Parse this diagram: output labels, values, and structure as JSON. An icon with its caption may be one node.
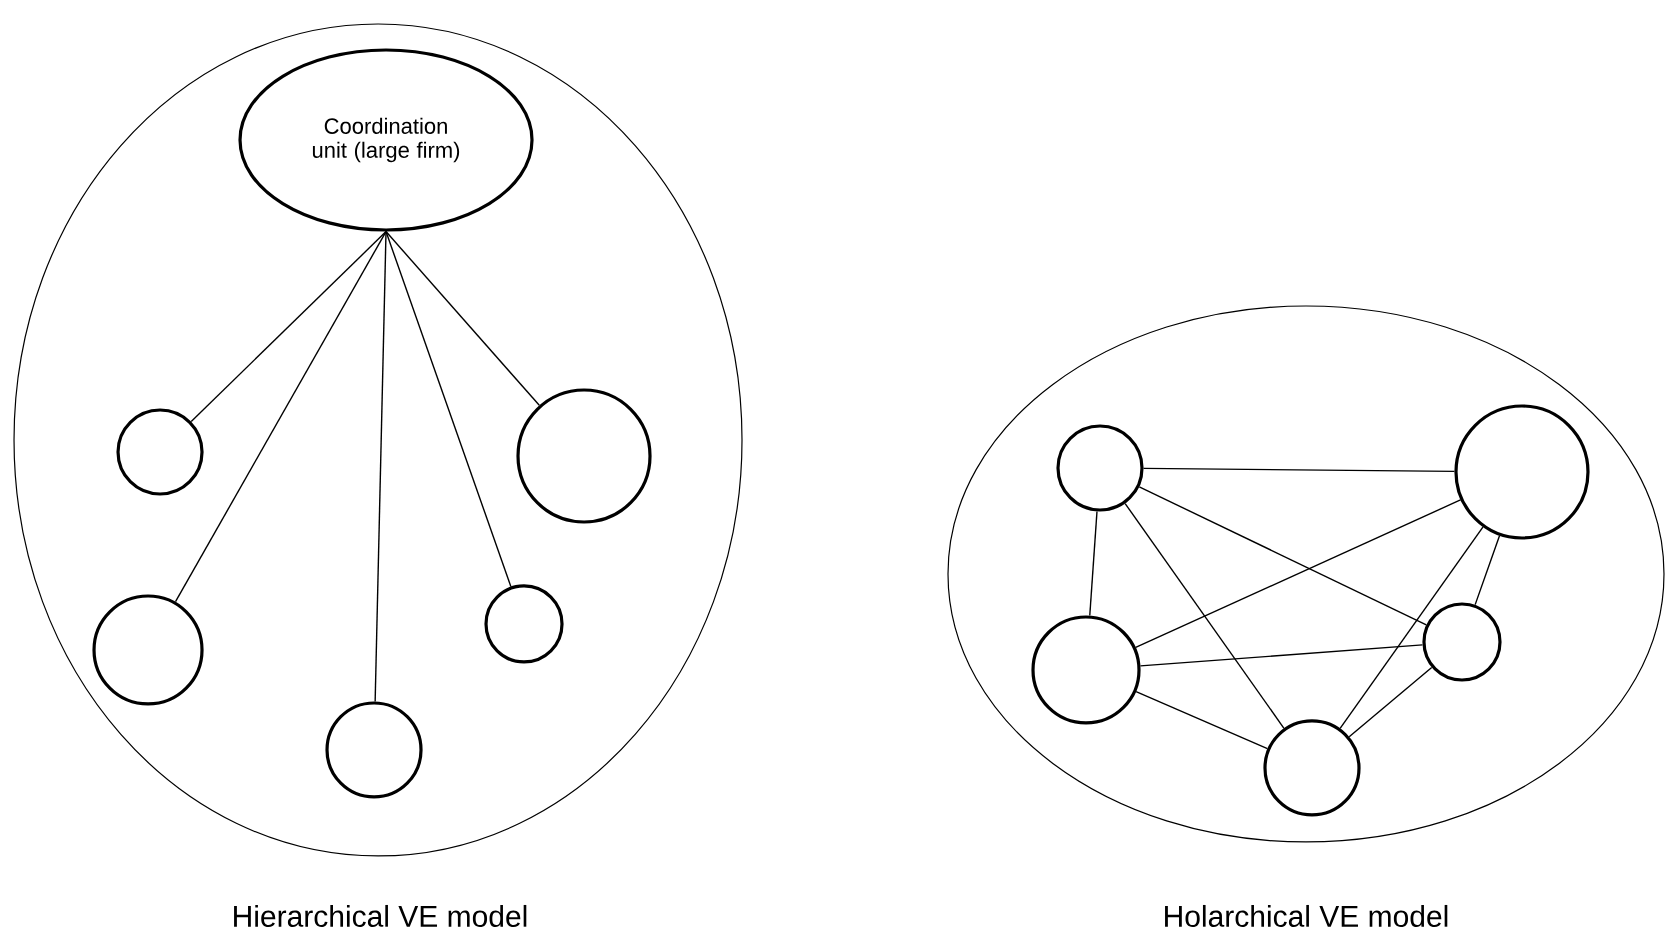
{
  "diagram": {
    "nodes": [
      {
        "text": [],
        "shape": "ellipse"
      },
      {
        "text": [
          "Coordination unit (large firm)"
        ],
        "in": 0
      },
      {
        "text": [],
        "shape": "circle",
        "in": 0
      },
      {
        "text": [],
        "shape": "circle",
        "in": 0
      },
      {
        "text": [],
        "shape": "circle",
        "in": 0
      },
      {
        "text": [],
        "shape": "circle",
        "in": 0
      },
      {
        "text": [],
        "shape": "circle",
        "in": 0
      },
      {
        "text": [],
        "shape": "ellipse"
      },
      {
        "text": [],
        "shape": "circle",
        "in": 7
      },
      {
        "text": [],
        "shape": "circle",
        "in": 7
      },
      {
        "text": [],
        "shape": "circle",
        "in": 7
      },
      {
        "text": [],
        "shape": "circle",
        "in": 7
      },
      {
        "text": [],
        "shape": "circle",
        "in": 7
      }
    ],
    "edges": [
      {
        "from": 1,
        "to": 2,
        "arrow": "none"
      },
      {
        "from": 1,
        "to": 3,
        "arrow": "none"
      },
      {
        "from": 1,
        "to": 4,
        "arrow": "none"
      },
      {
        "from": 1,
        "to": 5,
        "arrow": "none"
      },
      {
        "from": 1,
        "to": 6,
        "arrow": "none"
      },
      {
        "from": 8,
        "to": 9,
        "arrow": "none"
      },
      {
        "from": 8,
        "to": 10,
        "arrow": "none"
      },
      {
        "from": 8,
        "to": 11,
        "arrow": "none"
      },
      {
        "from": 8,
        "to": 12,
        "arrow": "none"
      },
      {
        "from": 9,
        "to": 10,
        "arrow": "none"
      },
      {
        "from": 9,
        "to": 11,
        "arrow": "none"
      },
      {
        "from": 9,
        "to": 12,
        "arrow": "none"
      },
      {
        "from": 10,
        "to": 11,
        "arrow": "none"
      },
      {
        "from": 10,
        "to": 12,
        "arrow": "none"
      },
      {
        "from": 11,
        "to": 12,
        "arrow": "none"
      }
    ],
    "labels": [
      "Hierarchical VE model",
      "Holarchical VE model"
    ]
  }
}
